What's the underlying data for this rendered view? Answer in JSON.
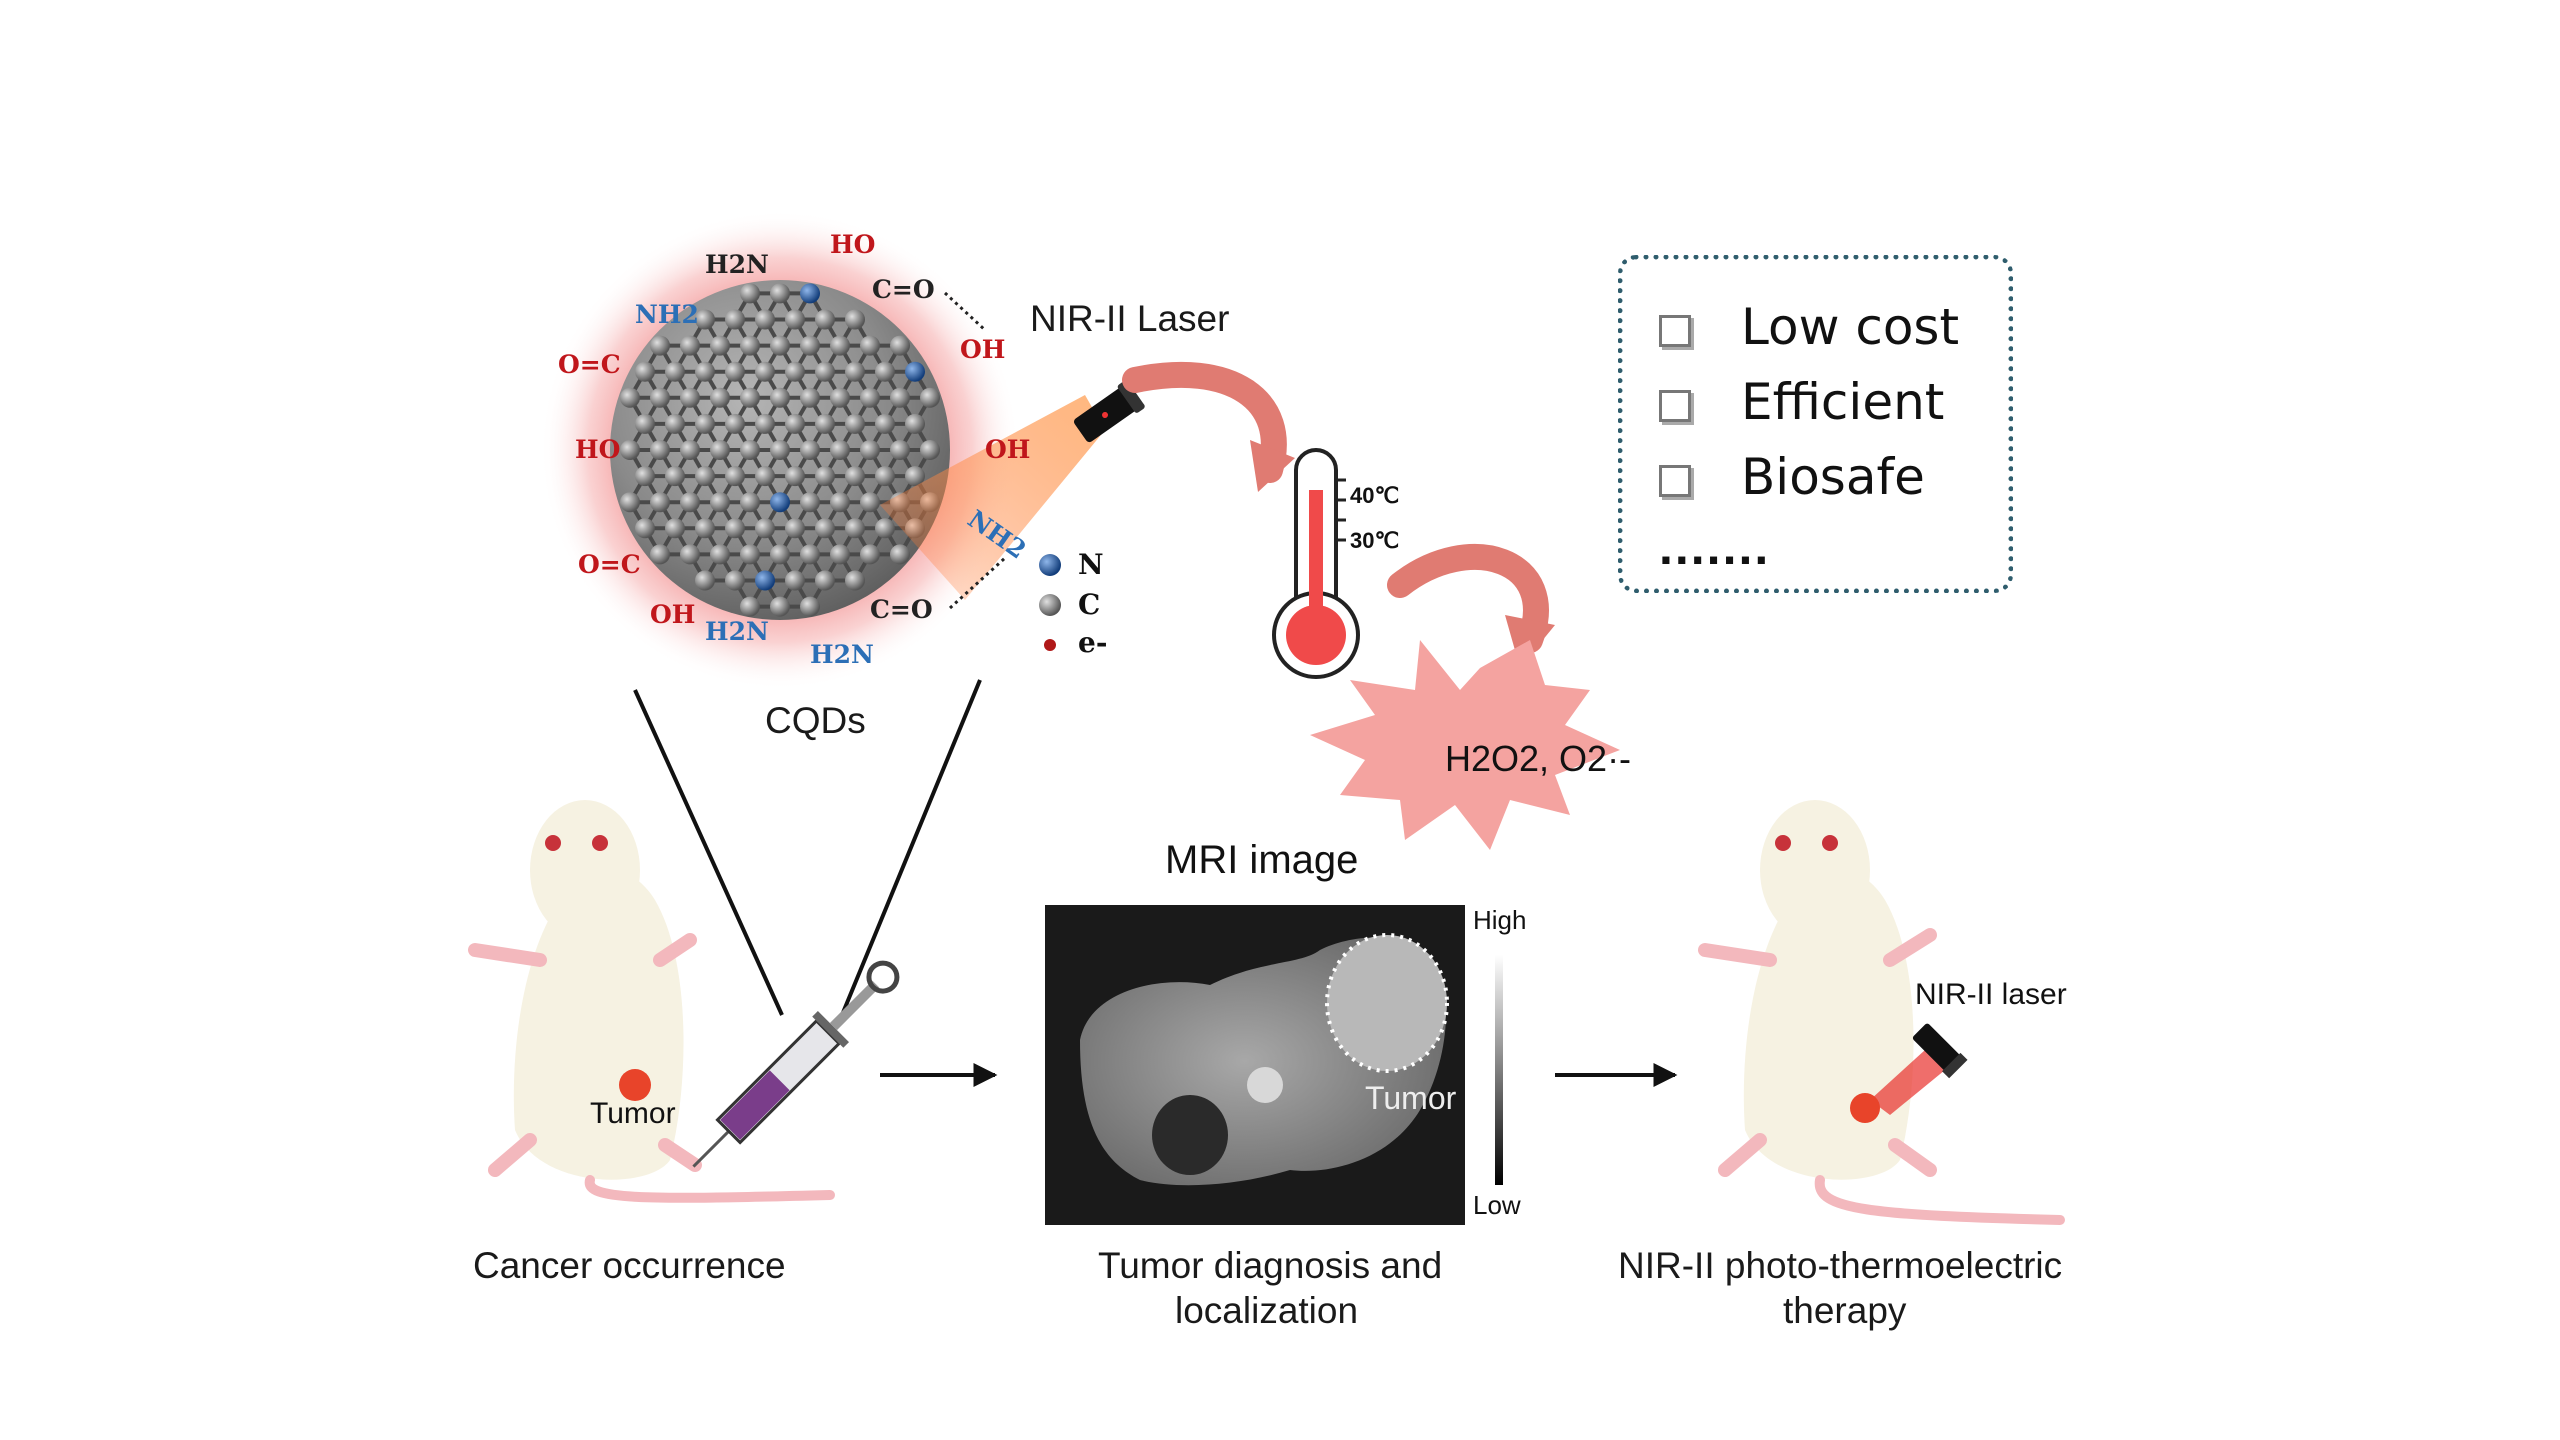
{
  "cqd": {
    "label": "CQDs",
    "groups": {
      "nh2_top": "H2N",
      "ho_top": "HO",
      "co_top": "C=O",
      "oh_dotted": "OH",
      "nh2_left": "NH2",
      "oc_left": "O=C",
      "ho_left": "HO",
      "oh_right": "OH",
      "nh2_right": "NH2",
      "oc_bottom_left": "O=C",
      "oh_bottom_left": "OH",
      "h2n_bottom": "H2N",
      "h2n_bottom2": "H2N",
      "co_bottom": "C=O"
    }
  },
  "legend": {
    "n": "N",
    "c": "C",
    "e": "e-"
  },
  "laser_label": "NIR-II Laser",
  "thermometer": {
    "t40": "40℃",
    "t30": "30℃"
  },
  "ros_label": "H2O2, O2·-",
  "benefits": {
    "items": [
      "Low cost",
      "Efficient",
      "Biosafe"
    ],
    "more": "......."
  },
  "mri": {
    "title": "MRI image",
    "tumor": "Tumor",
    "high": "High",
    "low": "Low"
  },
  "stages": {
    "cancer": "Cancer occurrence",
    "diagnosis_1": "Tumor diagnosis and",
    "diagnosis_2": "localization",
    "therapy_1": "NIR-II photo-thermoelectric",
    "therapy_2": "therapy"
  },
  "mouse_left_tumor": "Tumor",
  "mouse_right_laser": "NIR-II laser",
  "colors": {
    "oxygen_red": "#c0161b",
    "nitrogen_blue": "#2c6fb6",
    "laser_red": "#e8302c",
    "dotted_box": "#2f5d6d"
  }
}
